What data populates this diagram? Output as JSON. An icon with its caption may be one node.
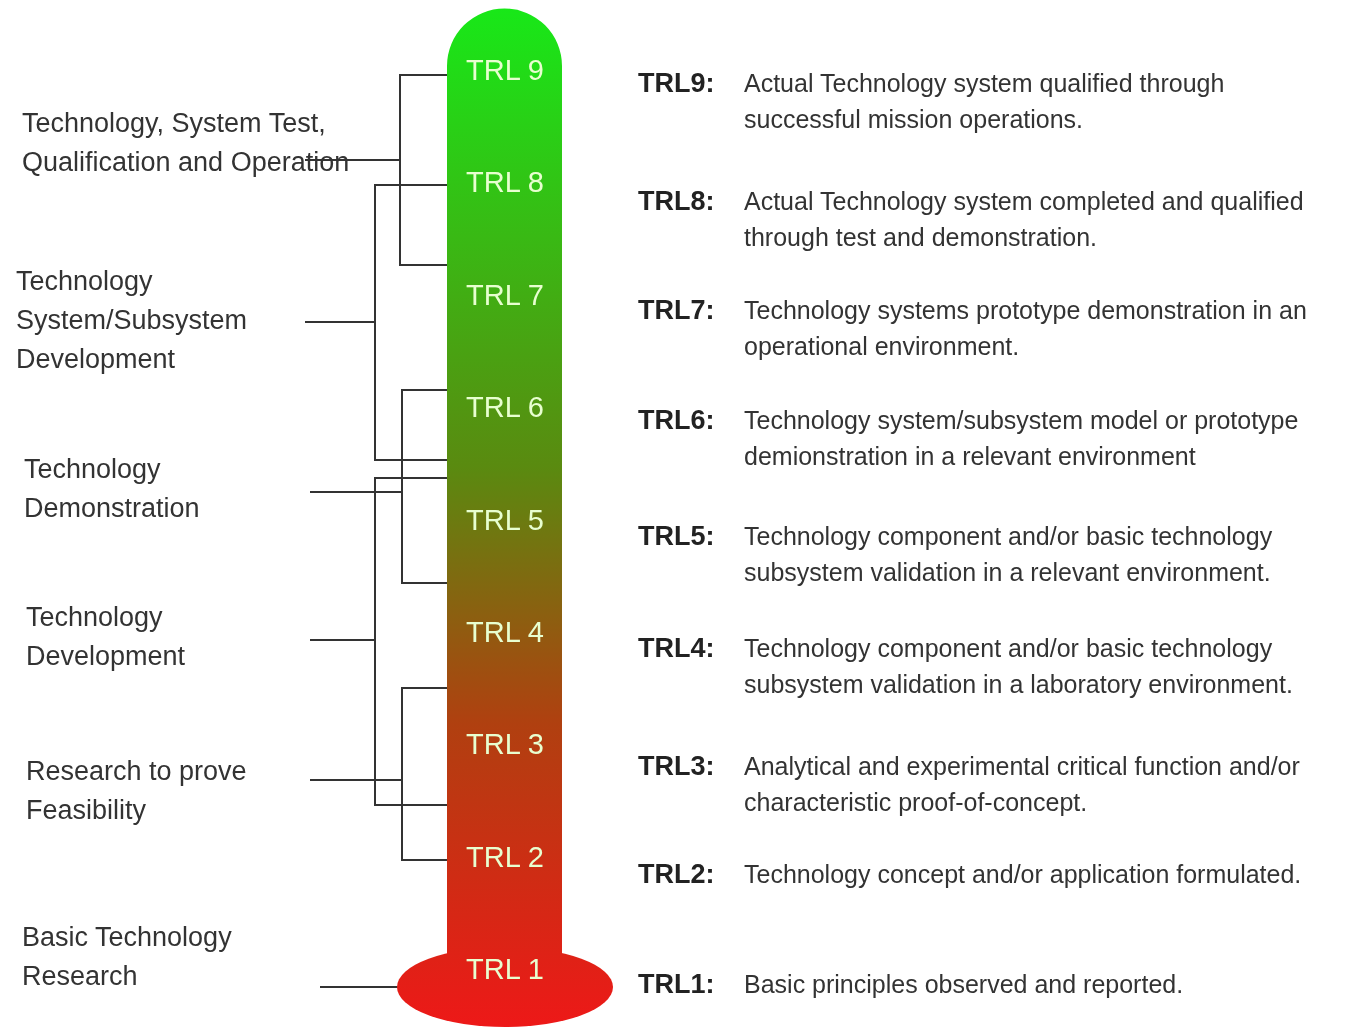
{
  "diagram": {
    "nodes": [
      {
        "text": [
          "TRL 9",
          "TRL 8",
          "TRL 7",
          "TRL 6",
          "TRL 5",
          "TRL 4",
          "TRL 3",
          "TRL 2",
          "TRL 1"
        ]
      }
    ],
    "labels": [
      "Technology, System Test, Qualification and Operation",
      "Technology System/Subsystem Development",
      "Technology Demonstration",
      "Technology Development",
      "Research to prove Feasibility",
      "Basic Technology Research",
      "TRL9:",
      "Actual Technology system qualified through successful mission operations.",
      "TRL8:",
      "Actual Technology system completed and qualified through test and demonstration.",
      "TRL7:",
      "Technology systems prototype demonstration in an operational environment.",
      "TRL6:",
      "Technology system/subsystem model or prototype demionstration in a relevant environment",
      "TRL5:",
      "Technology component and/or basic technology subsystem validation in a relevant environment.",
      "TRL4:",
      "Technology component and/or basic technology subsystem validation in a laboratory environment.",
      "TRL3:",
      "Analytical and experimental critical function and/or characteristic proof-of-concept.",
      "TRL2:",
      "Technology concept and/or application formulated.",
      "TRL1:",
      "Basic principles observed and reported."
    ]
  }
}
